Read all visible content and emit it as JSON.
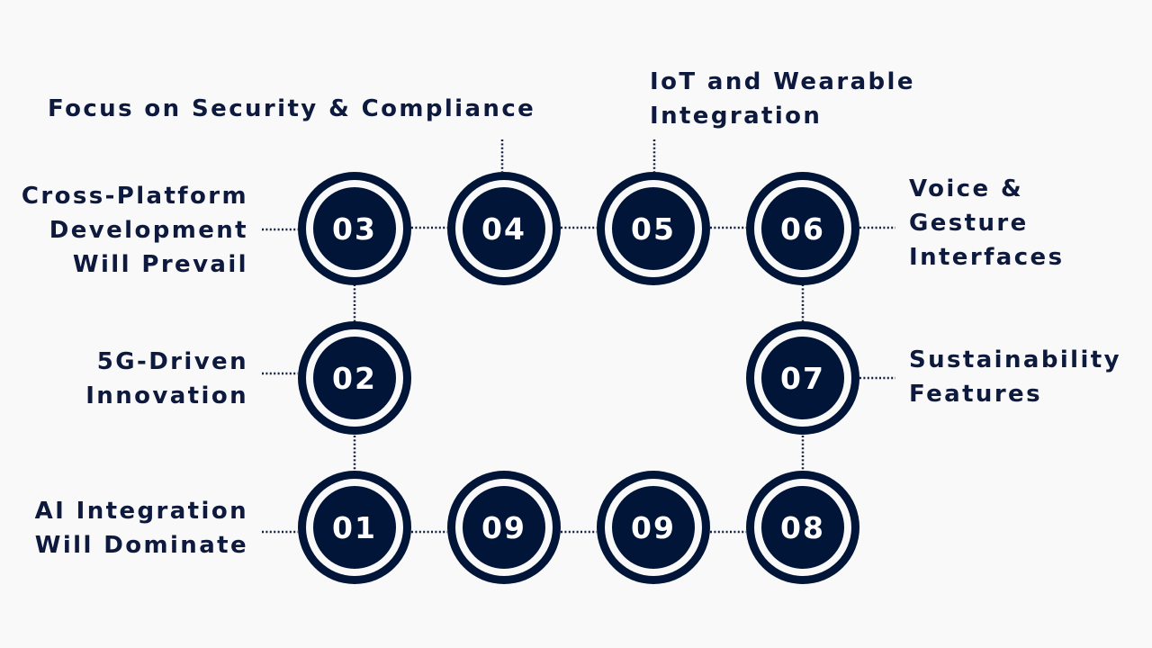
{
  "colors": {
    "background": "#f9f9fa",
    "node_fill": "#001538",
    "node_number": "#ffffff",
    "label_text": "#0e1a3d",
    "connector": "#14203f"
  },
  "nodes": {
    "n01": "01",
    "n02": "02",
    "n03": "03",
    "n04": "04",
    "n05": "05",
    "n06": "06",
    "n07": "07",
    "n08": "08",
    "n09a": "09",
    "n09b": "09"
  },
  "labels": {
    "ai_integration": "AI Integration\nWill Dominate",
    "five_g": "5G-Driven\nInnovation",
    "cross_platform": "Cross-Platform\nDevelopment\nWill Prevail",
    "security": "Focus on Security & Compliance",
    "iot": "IoT and Wearable\nIntegration",
    "voice_gesture": "Voice &\nGesture\nInterfaces",
    "sustainability": "Sustainability\nFeatures"
  }
}
